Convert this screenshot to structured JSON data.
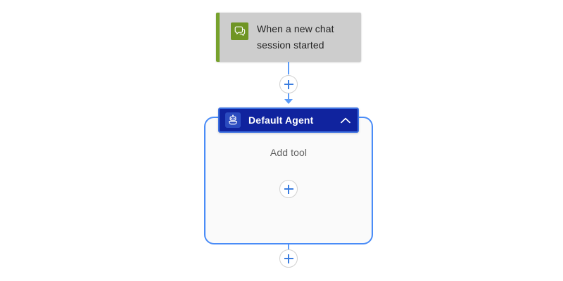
{
  "canvas": {
    "background": "#ffffff",
    "accent_blue": "#4a8cf7",
    "connector_blue": "#5b9bf8"
  },
  "trigger": {
    "name": "trigger-node",
    "title": "When a new chat session started",
    "title_line1": "When a new chat",
    "title_line2": "session started",
    "icon": "chat-bubble-icon",
    "accent_color": "#77a22d",
    "icon_background": "#6f9524",
    "card_background": "#cdcdcd",
    "text_color": "#242424"
  },
  "connectors": {
    "trigger_to_agent": {
      "name": "connector-trigger-to-agent",
      "has_arrowhead": true,
      "color": "#5b9bf8"
    },
    "after_agent": {
      "name": "connector-after-agent",
      "color": "#5b9bf8"
    }
  },
  "add_buttons": [
    {
      "name": "add-step-between-trigger-and-agent",
      "icon": "plus-icon",
      "label": "+"
    },
    {
      "name": "add-tool-button",
      "icon": "plus-icon",
      "label": "+"
    },
    {
      "name": "add-step-after-agent",
      "icon": "plus-icon",
      "label": "+"
    }
  ],
  "agent": {
    "name": "agent-node",
    "title": "Default Agent",
    "icon": "robot-icon",
    "collapse_icon": "chevron-up-icon",
    "header_background": "#10239e",
    "header_border": "#3b6fe0",
    "icon_background": "#2b4bbf",
    "title_color": "#ffffff",
    "container_border": "#4a8cf7",
    "container_background": "#fafafa",
    "body": {
      "empty_label": "Add tool",
      "empty_label_color": "#636363"
    }
  }
}
